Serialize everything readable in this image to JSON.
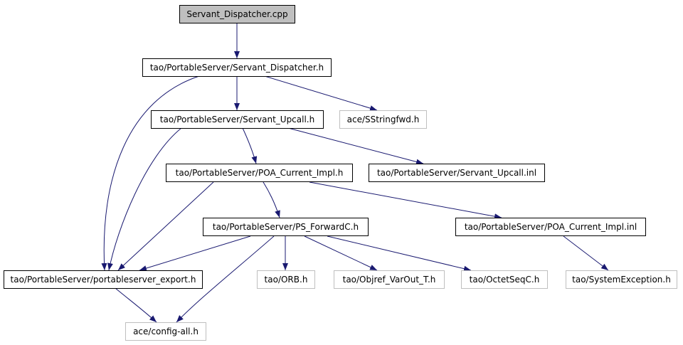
{
  "graph": {
    "edge_color": "#191970",
    "nodes": {
      "root": "Servant_Dispatcher.cpp",
      "dispatcher_h": "tao/PortableServer/Servant_Dispatcher.h",
      "upcall_h": "tao/PortableServer/Servant_Upcall.h",
      "sstringfwd": "ace/SStringfwd.h",
      "poa_current_h": "tao/PortableServer/POA_Current_Impl.h",
      "upcall_inl": "tao/PortableServer/Servant_Upcall.inl",
      "ps_forward": "tao/PortableServer/PS_ForwardC.h",
      "poa_current_inl": "tao/PortableServer/POA_Current_Impl.inl",
      "export_h": "tao/PortableServer/portableserver_export.h",
      "orb_h": "tao/ORB.h",
      "objref": "tao/Objref_VarOut_T.h",
      "octetseq": "tao/OctetSeqC.h",
      "sysexc": "tao/SystemException.h",
      "config_all": "ace/config-all.h"
    }
  }
}
